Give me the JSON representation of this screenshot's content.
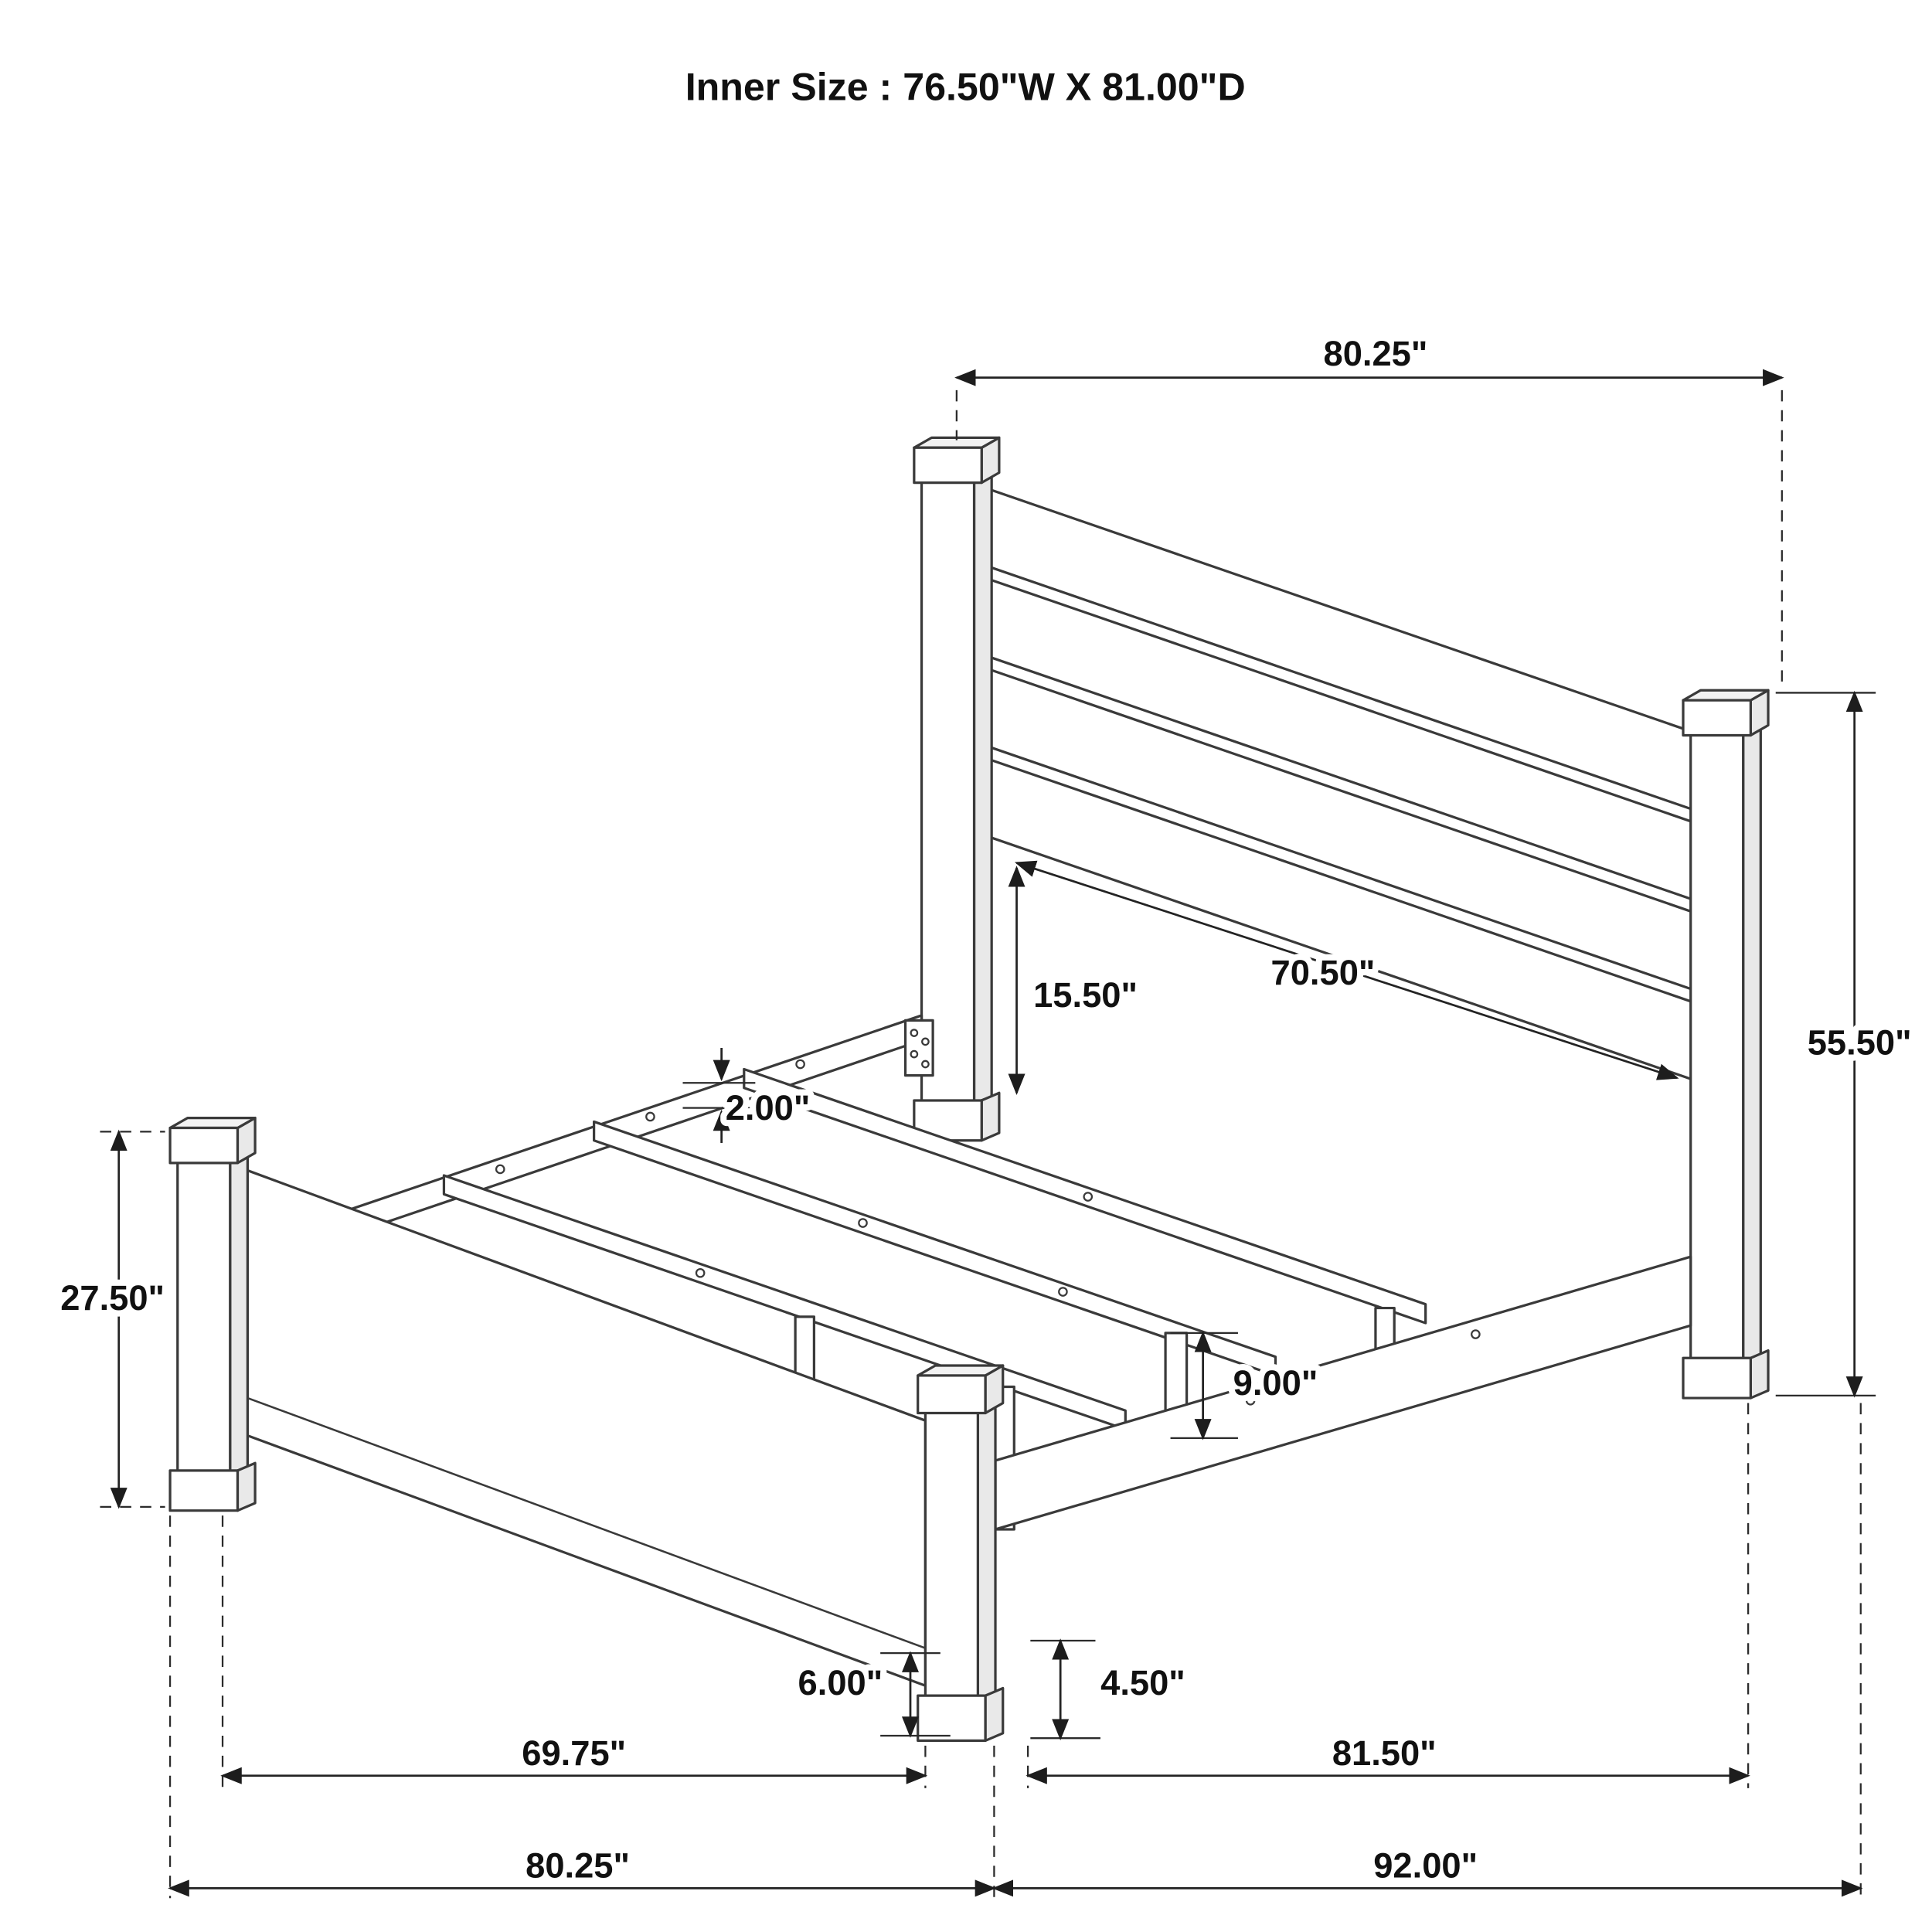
{
  "title": "Inner Size : 76.50\"W X 81.00\"D",
  "diagram": {
    "kind": "bed-frame-assembly-dimension-drawing",
    "subject": "four-post panel bed frame, perspective view",
    "units": "inches",
    "inner_size": {
      "width": "76.50\"",
      "depth": "81.00\""
    },
    "labels": {
      "top_width": "80.25\"",
      "headboard_post_height": "55.50\"",
      "headboard_inner_width": "70.50\"",
      "headboard_clearance": "15.50\"",
      "rail_thickness": "2.00\"",
      "footboard_post_height": "27.50\"",
      "center_support_height": "9.00\"",
      "footboard_post_foot_height": "6.00\"",
      "center_post_foot_height": "4.50\"",
      "footboard_outer_width": "69.75\"",
      "side_rail_length": "81.50\"",
      "overall_width": "80.25\"",
      "overall_depth": "92.00\""
    }
  }
}
